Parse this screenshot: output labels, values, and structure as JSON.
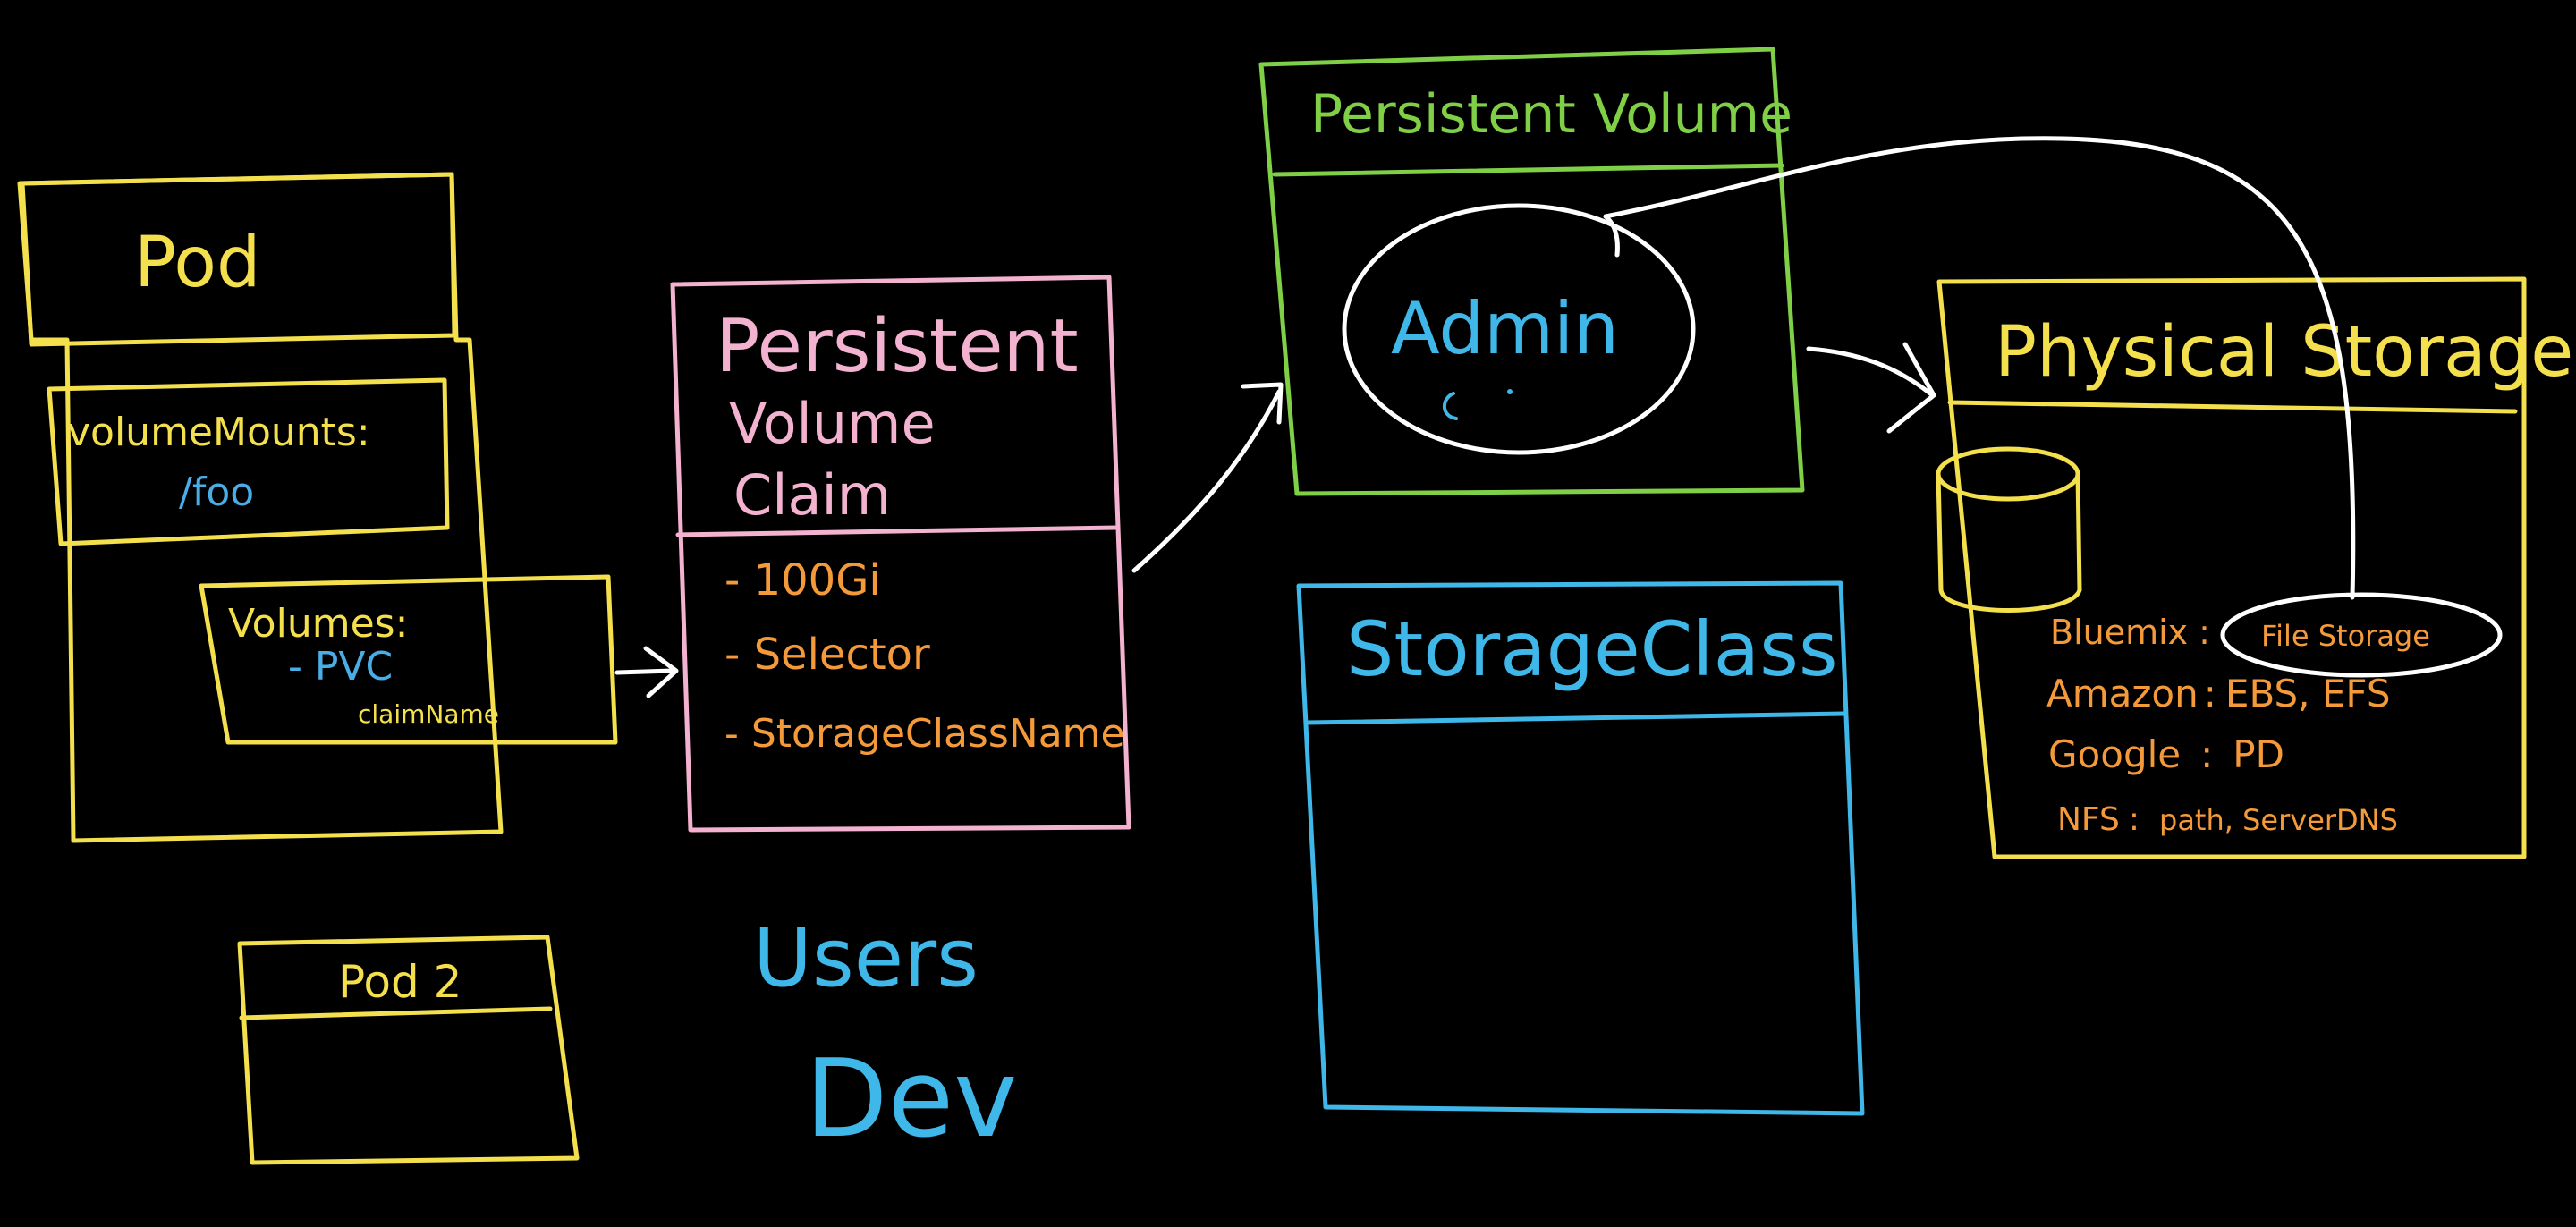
{
  "pod": {
    "title": "Pod",
    "volume_mounts_label": "volumeMounts:",
    "mount_path": "/foo",
    "volumes_label": "Volumes:",
    "pvc_item": "- PVC",
    "claim_name": "claimName"
  },
  "pod2": {
    "title": "Pod 2"
  },
  "pvc": {
    "title_line1": "Persistent",
    "title_line2": "Volume",
    "title_line3": "Claim",
    "items": [
      "- 100Gi",
      "- Selector",
      "- StorageClassName"
    ]
  },
  "persistent_volume": {
    "title": "Persistent Volume",
    "admin": "Admin"
  },
  "storage_class": {
    "title": "StorageClass"
  },
  "physical_storage": {
    "title": "Physical Storage",
    "providers": [
      {
        "name": "Bluemix",
        "sep": ":",
        "value": "File Storage"
      },
      {
        "name": "Amazon",
        "sep": ":",
        "value": "EBS, EFS"
      },
      {
        "name": "Google",
        "sep": ":",
        "value": "PD"
      },
      {
        "name": "NFS",
        "sep": ":",
        "value": "path, ServerDNS"
      }
    ]
  },
  "roles": {
    "users": "Users",
    "dev": "Dev"
  },
  "colors": {
    "pod": "#f4e04d",
    "pvc": "#f3b2cf",
    "pvc_items": "#f59a3a",
    "persistent_volume": "#7fcf47",
    "storage_class": "#3fb7e8",
    "physical_storage": "#f4e04d",
    "providers": "#f59a3a",
    "highlight": "#49aee6",
    "arrows": "#ffffff"
  }
}
